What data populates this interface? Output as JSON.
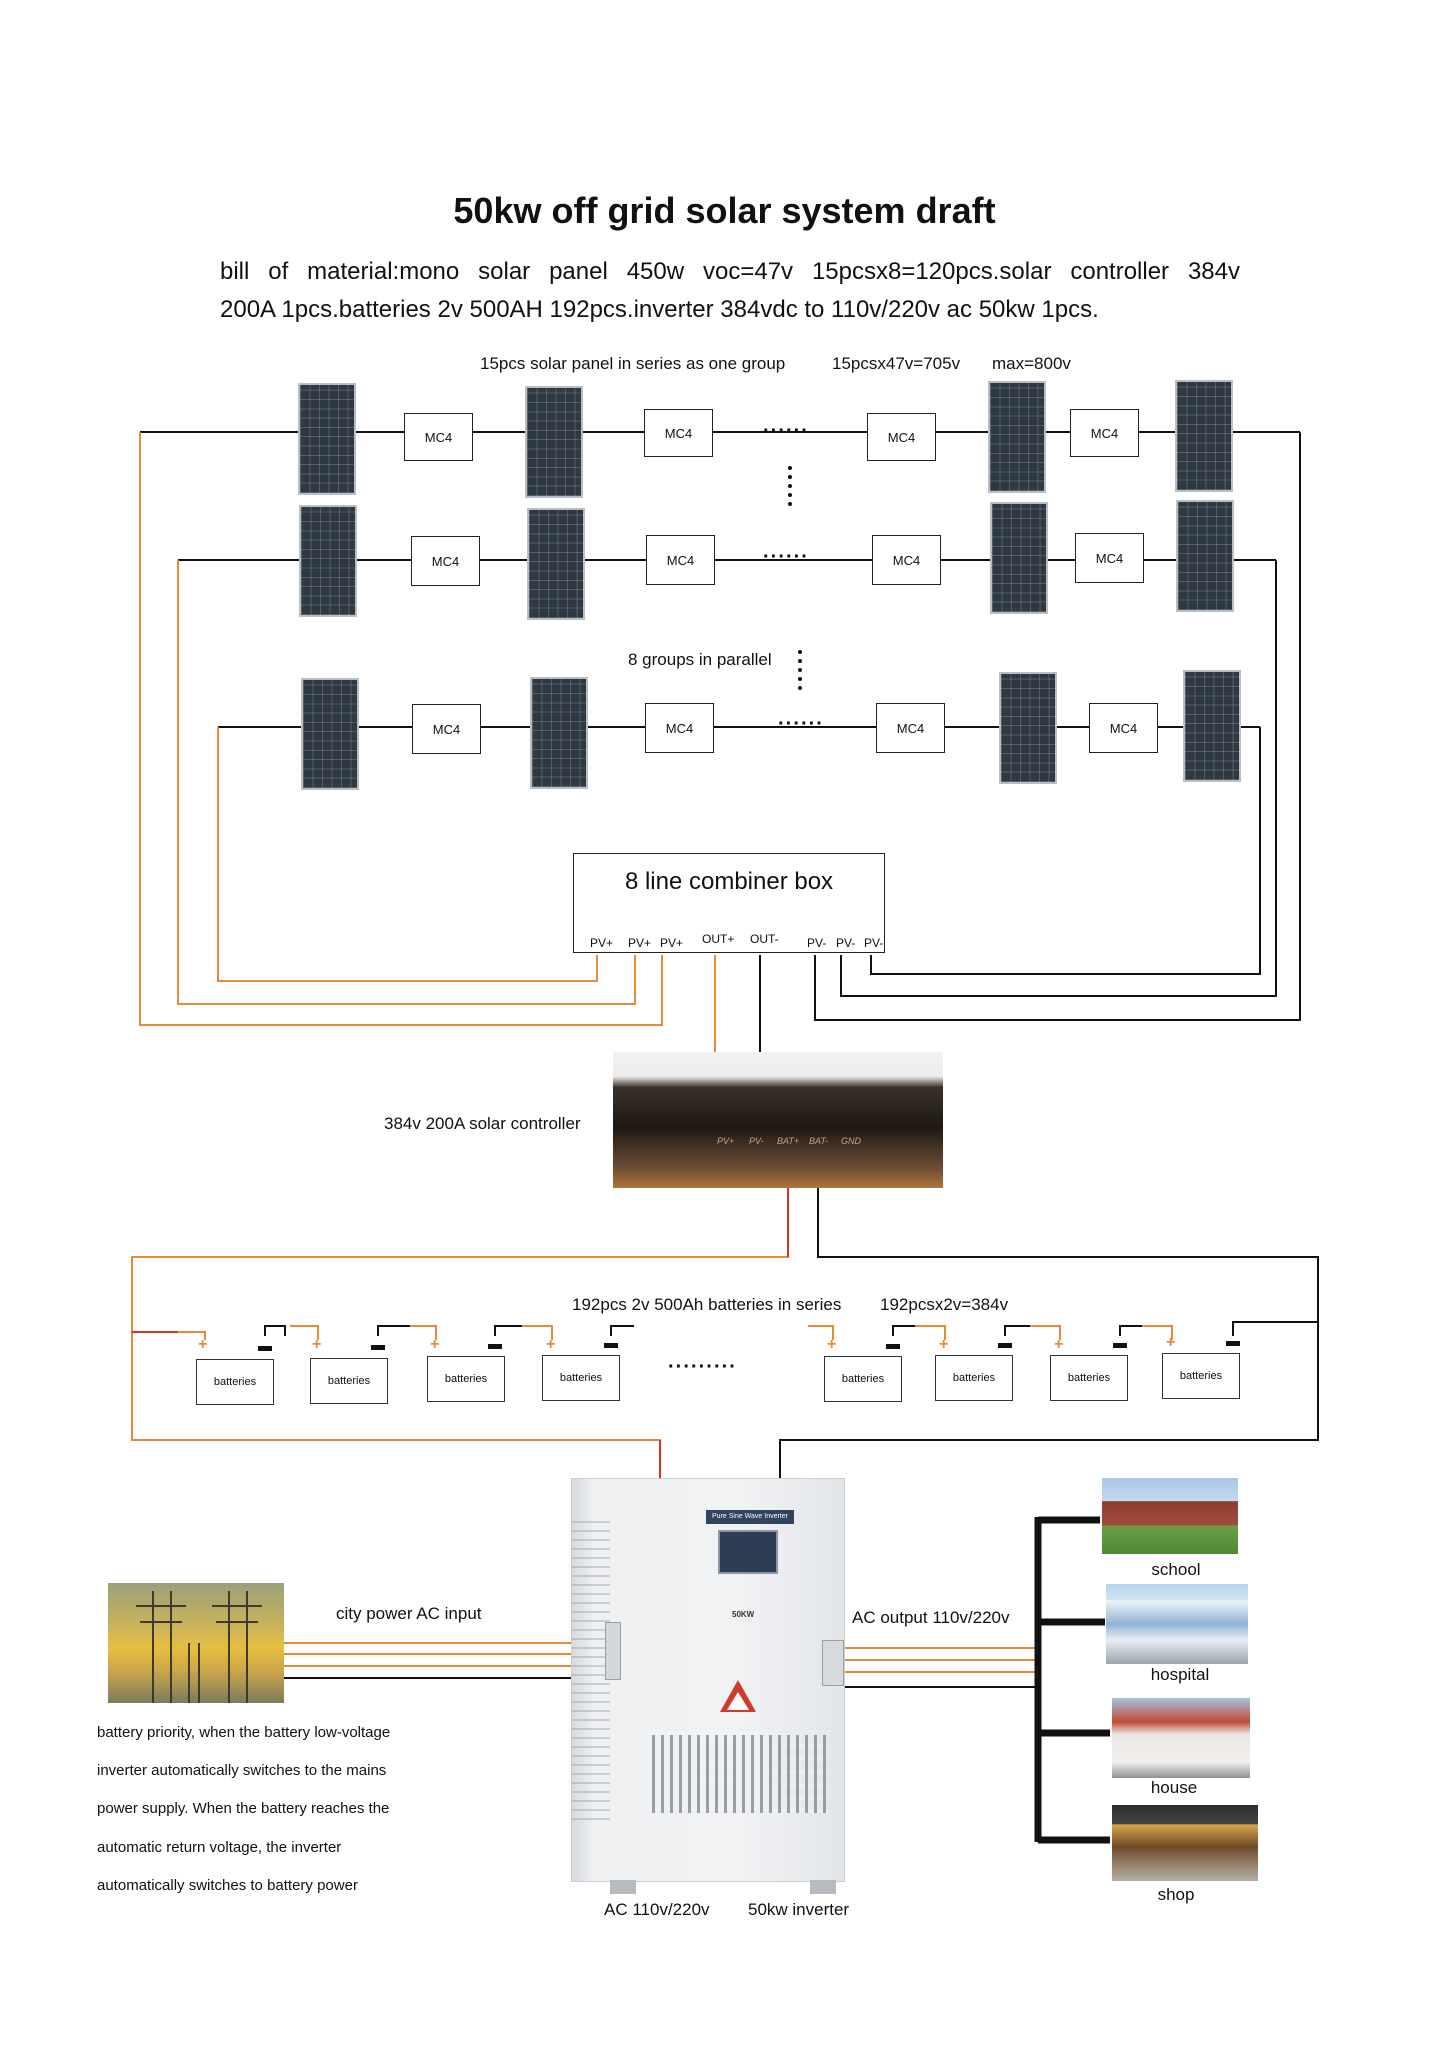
{
  "title": "50kw off grid solar system draft",
  "bom": {
    "line1": "bill of material:mono solar panel 450w voc=47v 15pcsx8=120pcs.solar controller 384v",
    "line2": "200A 1pcs.batteries 2v 500AH 192pcs.inverter 384vdc to 110v/220v ac 50kw 1pcs."
  },
  "array": {
    "series_label": "15pcs solar panel in series as one group",
    "voltage_label": "15pcsx47v=705v",
    "max_label": "max=800v",
    "parallel_label": "8 groups in parallel",
    "connector_label": "MC4",
    "ellipsis": "······"
  },
  "combiner": {
    "title": "8 line combiner box",
    "terminals": [
      "PV+",
      "PV+",
      "PV+",
      "OUT+",
      "OUT-",
      "PV-",
      "PV-",
      "PV-"
    ]
  },
  "controller": {
    "label": "384v 200A solar controller",
    "terminals": [
      "PV+",
      "PV-",
      "BAT+",
      "BAT-",
      "GND"
    ]
  },
  "batteries": {
    "series_label": "192pcs 2v 500Ah batteries in series",
    "voltage_label": "192pcsx2v=384v",
    "unit_label": "batteries",
    "plus": "+",
    "ellipsis": "·········"
  },
  "inverter": {
    "header_text": "Pure Sine Wave Inverter",
    "model_text": "50KW",
    "ac_label": "AC 110v/220v",
    "power_label": "50kw inverter"
  },
  "city_power": {
    "label": "city power AC input"
  },
  "ac_output": {
    "label": "AC output 110v/220v"
  },
  "destinations": [
    "school",
    "hospital",
    "house",
    "shop"
  ],
  "note": [
    "battery priority, when the battery low-voltage",
    "inverter automatically switches to the mains",
    "power supply. When the battery reaches the",
    "automatic return voltage, the inverter",
    "automatically switches to battery power"
  ],
  "colors": {
    "positive_wire": "#e8893a",
    "negative_wire": "#111111",
    "battery_red_wire": "#e0302a",
    "inverter_body": "#eef0f2"
  }
}
